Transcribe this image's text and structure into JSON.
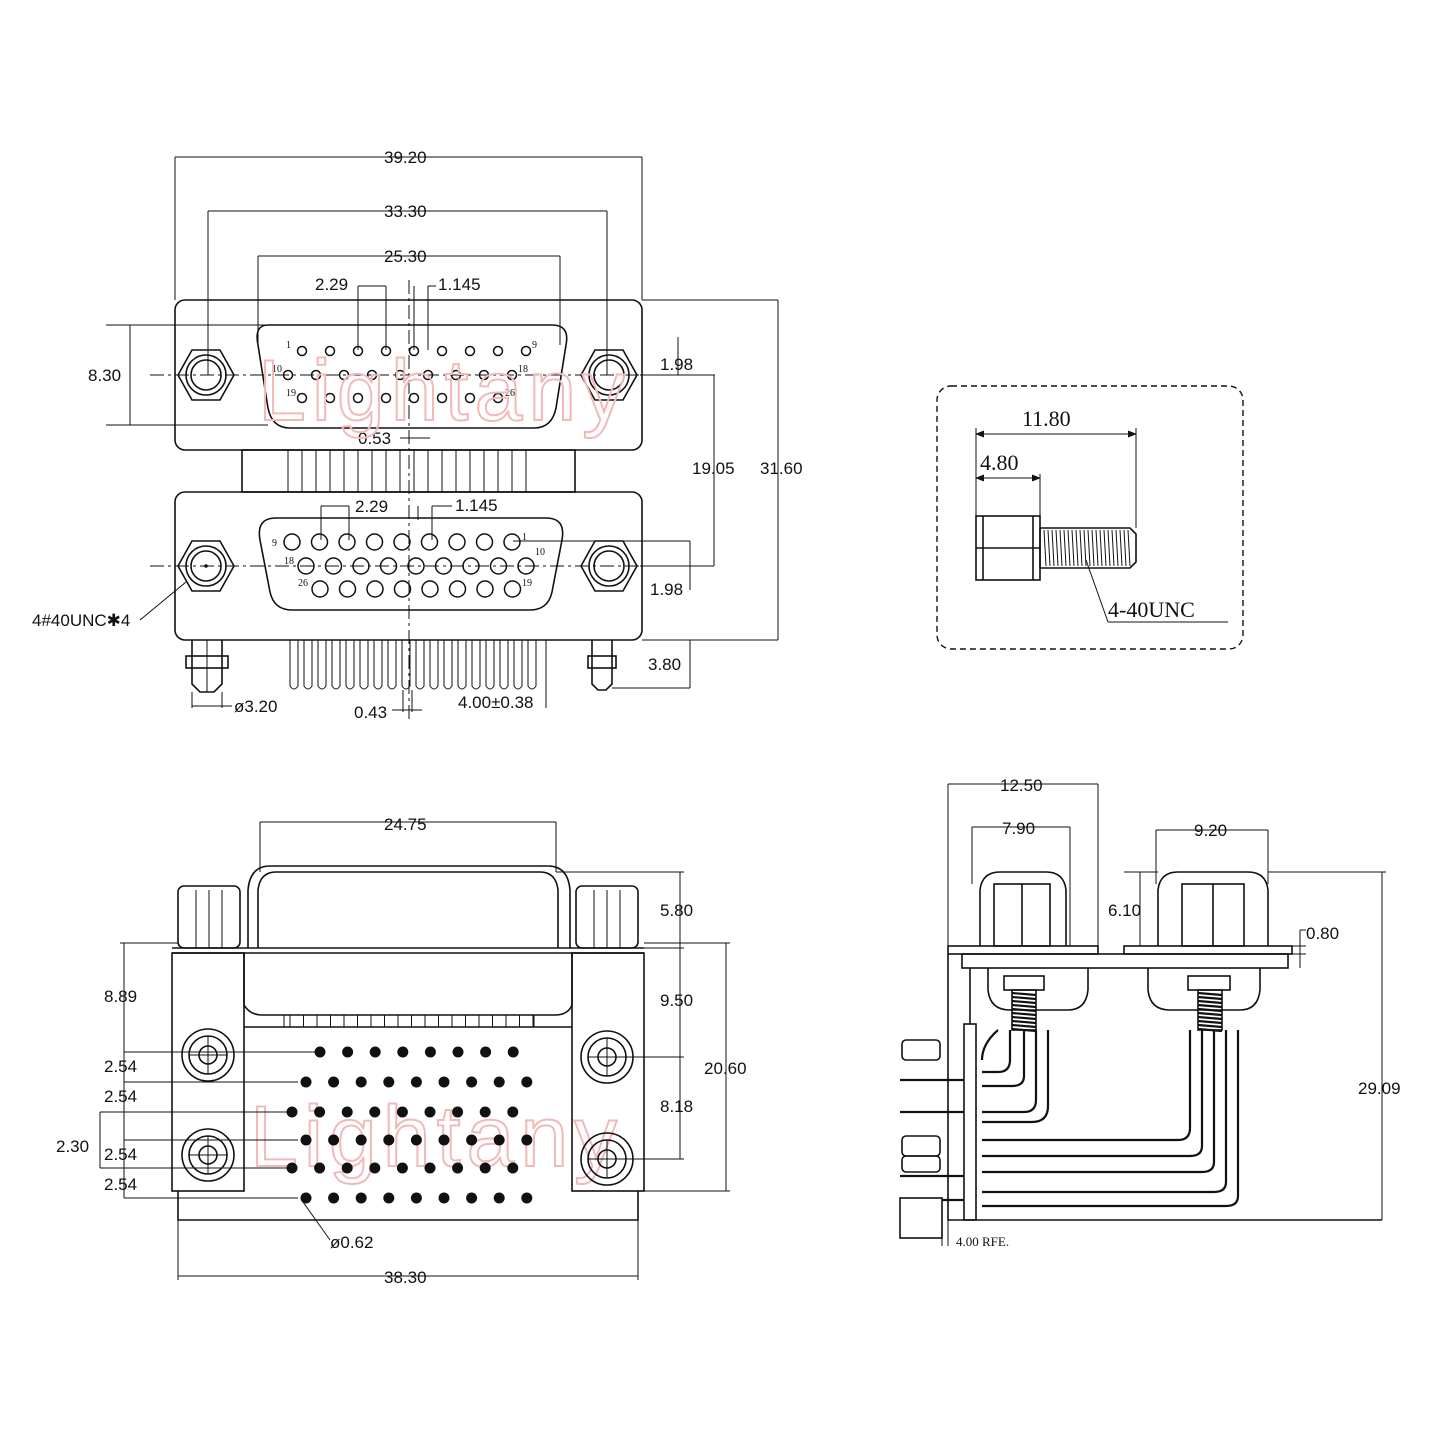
{
  "watermark": "Lightany",
  "front_view": {
    "dims": {
      "width_overall": "39.20",
      "mount_hole_pitch": "33.30",
      "shell_width": "25.30",
      "pin_pitch_top": "2.29",
      "pin_offset_top": "1.145",
      "height_left": "8.30",
      "offset_right_top": "1.98",
      "row_offset_top": "0.53",
      "port_spacing": "19.05",
      "height_overall": "31.60",
      "pin_pitch_bottom": "2.29",
      "pin_offset_bottom": "1.145",
      "offset_right_bottom": "1.98",
      "thread_callout": "4#40UNC✱4",
      "standoff": "3.80",
      "boardlock_dia": "ø3.20",
      "pin_dia": "0.43",
      "tail_length": "4.00±0.38"
    },
    "top_pin_labels": [
      "1",
      "9",
      "10",
      "18",
      "19",
      "26"
    ],
    "bottom_pin_labels": [
      "9",
      "1",
      "18",
      "10",
      "26",
      "19"
    ]
  },
  "screw_detail": {
    "length_total": "11.80",
    "head_length": "4.80",
    "thread": "4-40UNC"
  },
  "footprint_view": {
    "dims": {
      "shell_width": "24.75",
      "height_top": "5.80",
      "left_8_89": "8.89",
      "mid_9_50": "9.50",
      "pitch_a": "2.54",
      "pitch_b": "2.54",
      "offset_2_30": "2.30",
      "pitch_c": "2.54",
      "pitch_d": "2.54",
      "hole_8_18": "8.18",
      "height_20_60": "20.60",
      "hole_dia": "ø0.62",
      "overall_width": "38.30"
    }
  },
  "side_view": {
    "dims": {
      "width_12_50": "12.50",
      "width_7_90": "7.90",
      "width_9_20": "9.20",
      "height_6_10": "6.10",
      "thickness_0_80": "0.80",
      "height_29_09": "29.09",
      "ref_4_00": "4.00 RFE."
    }
  }
}
